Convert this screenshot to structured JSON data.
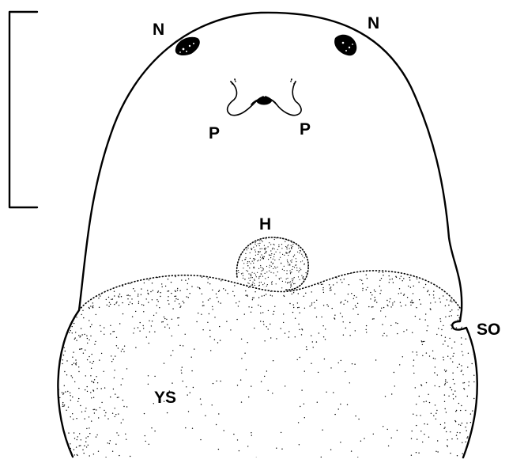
{
  "figure": {
    "labels": {
      "nostril_left": "N",
      "nostril_right": "N",
      "papilla_left": "P",
      "papilla_right": "P",
      "heart": "H",
      "somite": "SO",
      "yolk_sac": "YS"
    },
    "colors": {
      "ink": "#000000",
      "background": "#ffffff"
    }
  }
}
